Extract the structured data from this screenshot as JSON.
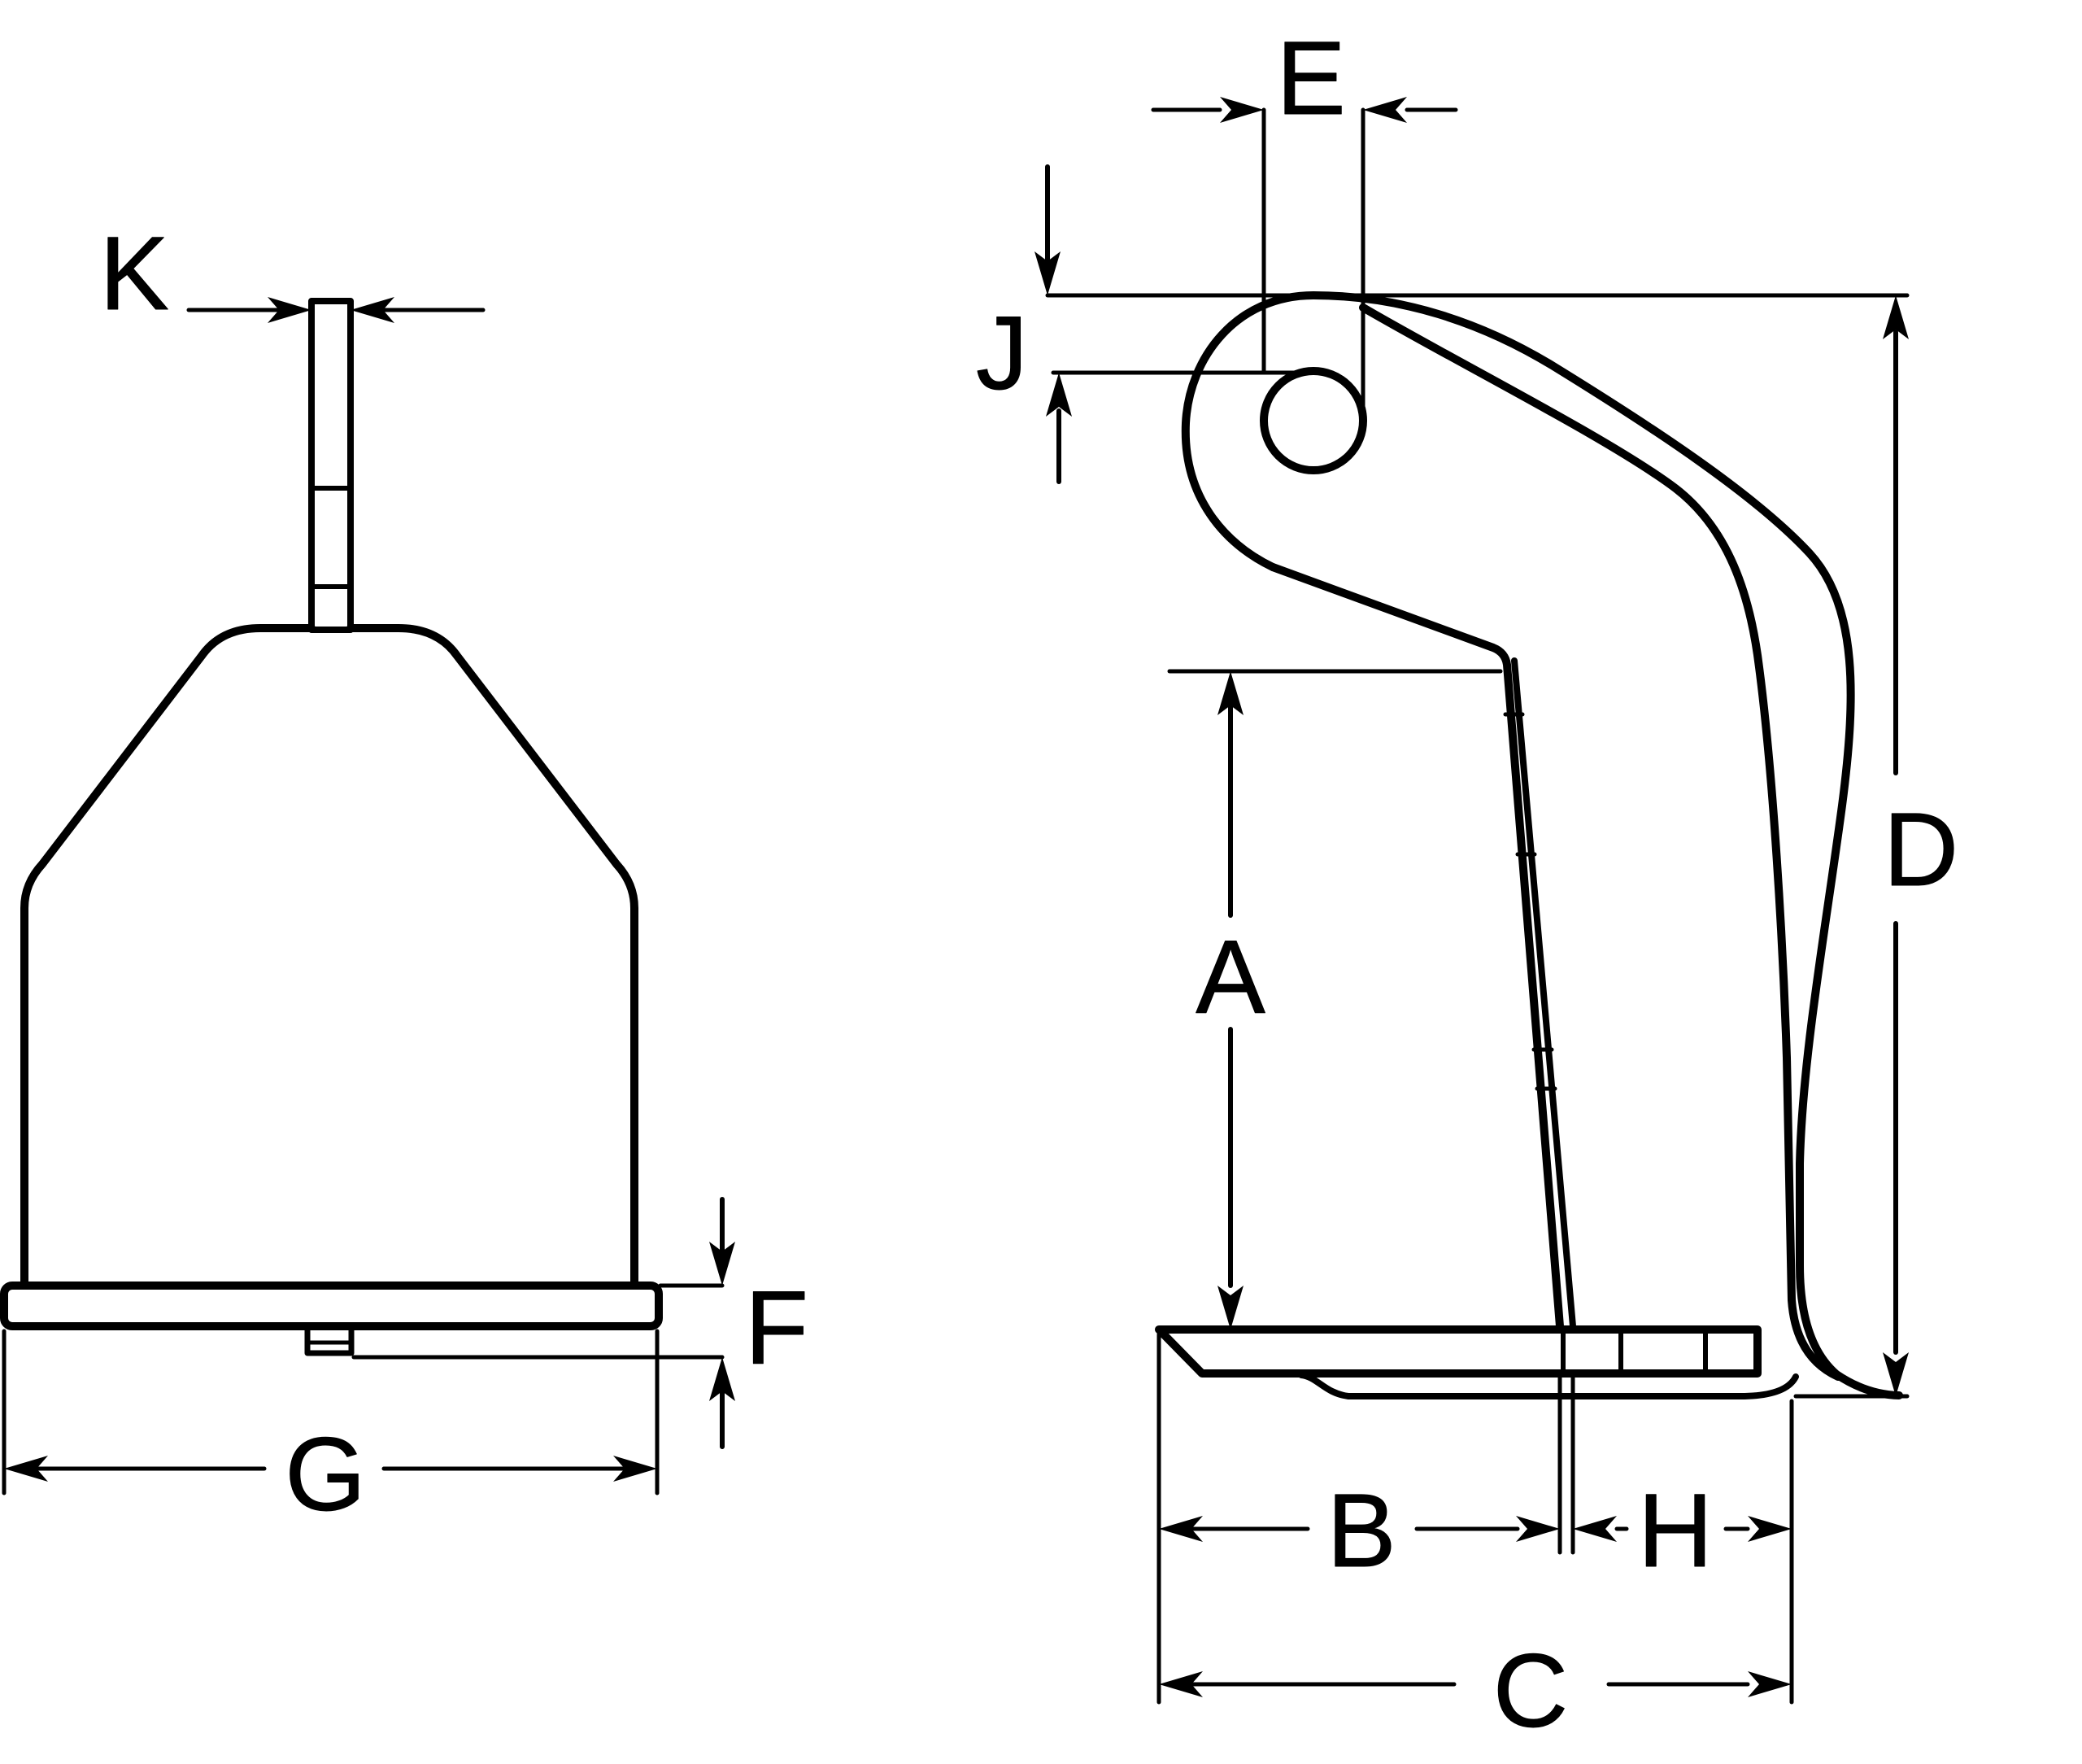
{
  "drawing": {
    "kind": "technical dimension diagram",
    "background_color": "#ffffff",
    "line_color": "#000000"
  },
  "labels": {
    "K": "K",
    "G": "G",
    "F": "F",
    "E": "E",
    "J": "J",
    "D": "D",
    "A": "A",
    "B": "B",
    "H": "H",
    "C": "C"
  }
}
